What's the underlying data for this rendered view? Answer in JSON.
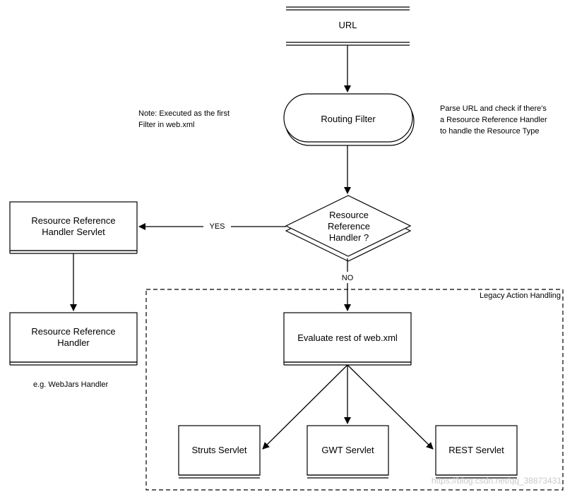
{
  "nodes": {
    "url": "URL",
    "routing_filter": "Routing Filter",
    "decision": "Resource Reference Handler ?",
    "rr_servlet": "Resource Reference Handler Servlet",
    "rr_handler": "Resource Reference Handler",
    "evaluate": "Evaluate rest of web.xml",
    "struts": "Struts Servlet",
    "gwt": "GWT Servlet",
    "rest": "REST Servlet"
  },
  "edges": {
    "yes": "YES",
    "no": "NO"
  },
  "annotations": {
    "note_line1": "Note: Executed as the first",
    "note_line2": "Filter in web.xml",
    "parse_line1": "Parse URL and check if there's",
    "parse_line2": "a Resource Reference Handler",
    "parse_line3": "to handle the Resource Type",
    "example": "e.g. WebJars Handler",
    "legacy_group": "Legacy Action Handling"
  },
  "watermark": "https://blog.csdn.net/qq_38873431"
}
